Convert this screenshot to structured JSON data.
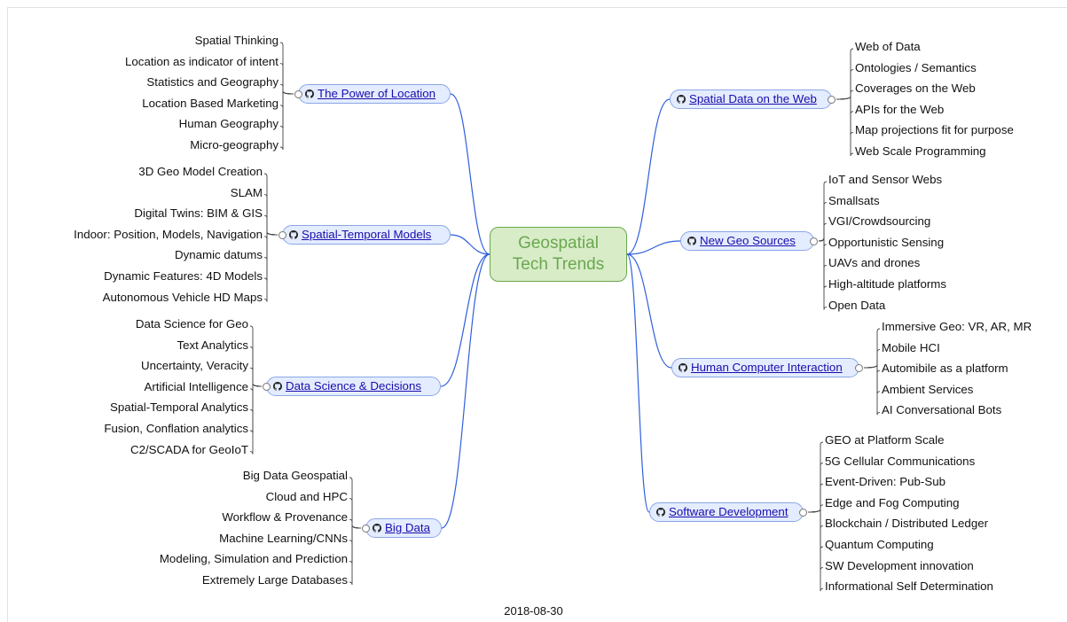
{
  "center": {
    "line1": "Geospatial",
    "line2": "Tech Trends"
  },
  "footer": {
    "date": "2018-08-30"
  },
  "colors": {
    "link_line": "#2f5fdd",
    "node_fill": "#e4ecff",
    "node_border": "#8aa6e6",
    "center_fill": "#d8ecc8",
    "center_text": "#6aa84f"
  },
  "branches": [
    {
      "id": "power",
      "label": "The Power of Location",
      "icon": "github-icon",
      "items": [
        "Spatial Thinking",
        "Location as indicator of intent",
        "Statistics and Geography",
        "Location Based Marketing",
        "Human Geography",
        "Micro-geography"
      ]
    },
    {
      "id": "stm",
      "label": "Spatial-Temporal Models",
      "icon": "github-icon",
      "items": [
        "3D Geo Model Creation",
        "SLAM",
        "Digital Twins: BIM & GIS",
        "Indoor: Position, Models, Navigation",
        "Dynamic datums",
        "Dynamic Features: 4D Models",
        "Autonomous Vehicle HD Maps"
      ]
    },
    {
      "id": "dsd",
      "label": "Data Science & Decisions",
      "icon": "github-icon",
      "items": [
        "Data Science for Geo",
        "Text Analytics",
        "Uncertainty, Veracity",
        "Artificial Intelligence",
        "Spatial-Temporal Analytics",
        "Fusion, Conflation analytics",
        "C2/SCADA for GeoIoT"
      ]
    },
    {
      "id": "bigdata",
      "label": "Big Data",
      "icon": "github-icon",
      "items": [
        "Big Data Geospatial",
        "Cloud and HPC",
        "Workflow & Provenance",
        "Machine Learning/CNNs",
        "Modeling, Simulation and Prediction",
        "Extremely Large Databases"
      ]
    },
    {
      "id": "web",
      "label": "Spatial Data on the Web",
      "icon": "github-icon",
      "items": [
        "Web of Data",
        "Ontologies / Semantics",
        "Coverages on the Web",
        "APIs for the Web",
        "Map projections fit for purpose",
        "Web Scale Programming"
      ]
    },
    {
      "id": "sources",
      "label": "New Geo Sources",
      "icon": "github-icon",
      "items": [
        "IoT and Sensor Webs",
        "Smallsats",
        "VGI/Crowdsourcing",
        "Opportunistic Sensing",
        "UAVs and drones",
        "High-altitude platforms",
        "Open Data"
      ]
    },
    {
      "id": "hci",
      "label": "Human Computer Interaction",
      "icon": "github-icon",
      "items": [
        "Immersive Geo: VR, AR, MR",
        "Mobile HCI",
        "Automibile as a platform",
        "Ambient Services",
        "AI Conversational Bots"
      ]
    },
    {
      "id": "swdev",
      "label": "Software Development",
      "icon": "github-icon",
      "items": [
        "GEO at Platform Scale",
        "5G Cellular Communications",
        "Event-Driven: Pub-Sub",
        "Edge and Fog Computing",
        "Blockchain / Distributed Ledger",
        "Quantum Computing",
        "SW Development innovation",
        "Informational Self Determination"
      ]
    }
  ]
}
